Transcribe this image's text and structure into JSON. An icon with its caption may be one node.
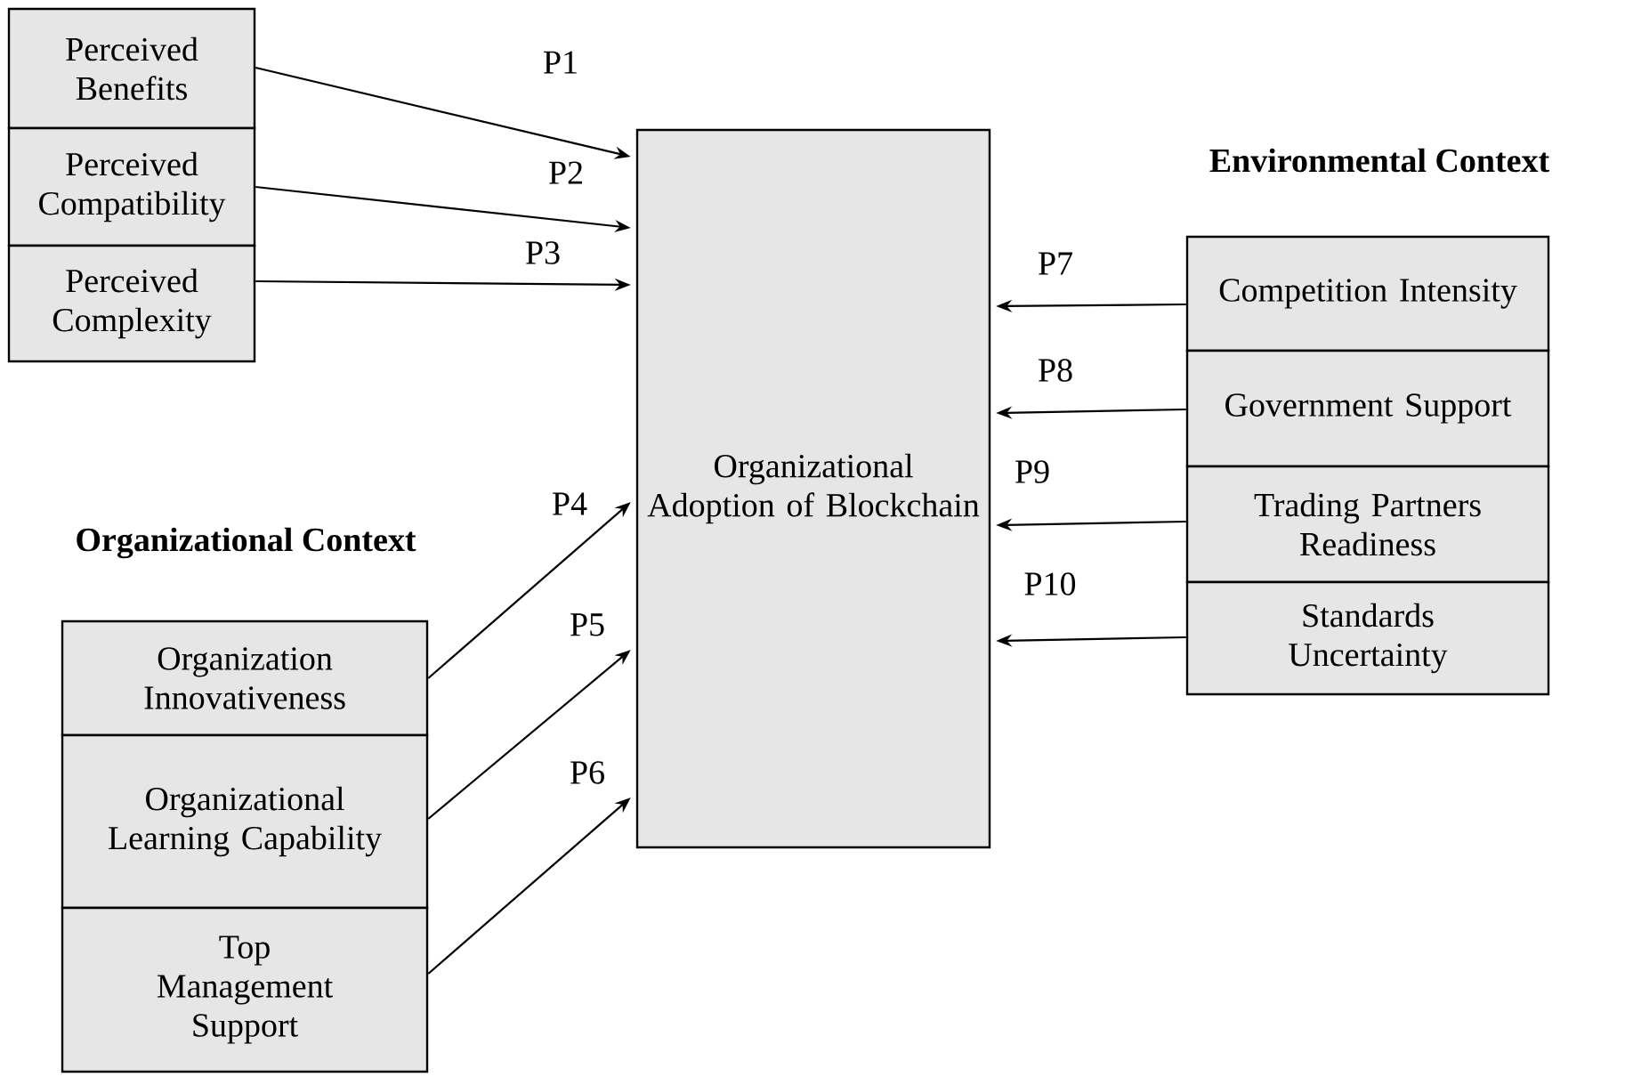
{
  "diagram": {
    "nodes": [
      {
        "text": [
          "Perceived Benefits"
        ]
      },
      {
        "text": [
          "Perceived Compatibility"
        ]
      },
      {
        "text": [
          "Perceived Complexity"
        ]
      },
      {
        "text": [
          "Organizational Adoption of Blockchain"
        ]
      },
      {
        "text": [
          "Competition Intensity"
        ]
      },
      {
        "text": [
          "Government Support"
        ]
      },
      {
        "text": [
          "Trading Partners Readiness"
        ]
      },
      {
        "text": [
          "Standards Uncertainty"
        ]
      },
      {
        "text": [
          "Organization Innovativeness"
        ]
      },
      {
        "text": [
          "Organizational Learning Capability"
        ]
      },
      {
        "text": [
          "Top Management Support"
        ]
      }
    ],
    "edges": [
      {
        "from": 0,
        "to": 3,
        "arrow": "to",
        "label": "P1"
      },
      {
        "from": 1,
        "to": 3,
        "arrow": "to",
        "label": "P2"
      },
      {
        "from": 2,
        "to": 3,
        "arrow": "to",
        "label": "P3"
      },
      {
        "from": 8,
        "to": 3,
        "arrow": "to",
        "label": "P4"
      },
      {
        "from": 9,
        "to": 3,
        "arrow": "to",
        "label": "P5"
      },
      {
        "from": 10,
        "to": 3,
        "arrow": "to",
        "label": "P6"
      },
      {
        "from": 4,
        "to": 3,
        "arrow": "to",
        "label": "P7"
      },
      {
        "from": 5,
        "to": 3,
        "arrow": "to",
        "label": "P8"
      },
      {
        "from": 6,
        "to": 3,
        "arrow": "to",
        "label": "P9"
      },
      {
        "from": 7,
        "to": 3,
        "arrow": "to",
        "label": "P10"
      }
    ],
    "labels": [
      "Environmental Context",
      "Organizational Context"
    ]
  }
}
